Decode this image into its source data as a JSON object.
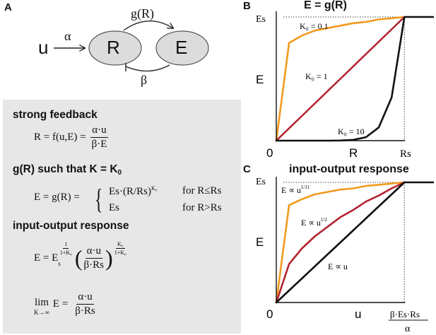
{
  "panel_a": {
    "letter": "A",
    "input": "u",
    "alpha": "α",
    "node_r": "R",
    "node_e": "E",
    "g_label": "g(R)",
    "beta": "β",
    "colors": {
      "node_fill": "#dcdcdc",
      "box_fill": "#e7e7e7"
    }
  },
  "box": {
    "strong_feedback": "strong feedback",
    "eq1_lhs": "R = f(u,E) =",
    "eq1_num": "α·u",
    "eq1_den": "β·E",
    "g_heading": "g(R) such that K = K",
    "g_heading_sub": "0",
    "eq2_lhs": "E = g(R) =",
    "eq2_case1_expr": "Es·(R/Rs)",
    "eq2_case1_exp": "K₀",
    "eq2_case1_cond": "for R≤Rs",
    "eq2_case2_expr": "Es",
    "eq2_case2_cond": "for R>Rs",
    "io_heading": "input-output response",
    "eq3_lhs": "E = E",
    "eq3_sub": "s",
    "eq3_exp_num": "1",
    "eq3_exp_den": "1+K₀",
    "eq3_num": "α·u",
    "eq3_den": "β·Rs",
    "eq3_out_exp_num": "K₀",
    "eq3_out_exp_den": "1+K₀",
    "eq4_lim": "lim",
    "eq4_lim_sub": "K→∞",
    "eq4_e": "E =",
    "eq4_num": "α·u",
    "eq4_den": "β·Rs"
  },
  "panel_b": {
    "letter": "B",
    "title": "E = g(R)"
  },
  "panel_c": {
    "letter": "C",
    "title": "input-output response"
  },
  "chart_data": [
    {
      "type": "line",
      "title": "E = g(R)",
      "xlabel": "R",
      "ylabel": "E",
      "x_ticks": [
        "0",
        "Rs"
      ],
      "y_ticks": [
        "Es"
      ],
      "x_range": [
        0,
        1.23
      ],
      "y_range": [
        0,
        1
      ],
      "x": [
        0,
        0.1,
        0.2,
        0.3,
        0.4,
        0.5,
        0.6,
        0.7,
        0.8,
        0.9,
        1.0
      ],
      "series": [
        {
          "name": "K₀ = 0.1",
          "color": "#f29a1e",
          "values": [
            0,
            0.79,
            0.85,
            0.89,
            0.91,
            0.93,
            0.95,
            0.96,
            0.98,
            0.99,
            1
          ]
        },
        {
          "name": "K₀ = 1",
          "color": "#b32430",
          "values": [
            0,
            0.1,
            0.2,
            0.3,
            0.4,
            0.5,
            0.6,
            0.7,
            0.8,
            0.9,
            1
          ]
        },
        {
          "name": "K₀ = 10",
          "color": "#111111",
          "values": [
            0,
            0,
            0,
            0,
            0,
            0.001,
            0.006,
            0.028,
            0.107,
            0.349,
            1
          ]
        }
      ],
      "saturation": {
        "x": [
          1.0,
          1.23
        ],
        "value": 1
      }
    },
    {
      "type": "line",
      "title": "input-output response",
      "xlabel": "u",
      "ylabel": "E",
      "x_ticks": [
        "0",
        "β·Es·Rs",
        "α"
      ],
      "y_ticks": [
        "Es"
      ],
      "x_range": [
        0,
        1.23
      ],
      "y_range": [
        0,
        1
      ],
      "x": [
        0,
        0.1,
        0.2,
        0.3,
        0.4,
        0.5,
        0.6,
        0.7,
        0.8,
        0.9,
        1.0
      ],
      "series": [
        {
          "name": "E ∝ u^(1/11)",
          "color": "#f29a1e",
          "values": [
            0,
            0.81,
            0.86,
            0.9,
            0.92,
            0.94,
            0.95,
            0.97,
            0.98,
            0.99,
            1
          ]
        },
        {
          "name": "E ∝ u^(1/2)",
          "color": "#b32430",
          "values": [
            0,
            0.32,
            0.45,
            0.55,
            0.63,
            0.71,
            0.77,
            0.84,
            0.89,
            0.95,
            1
          ]
        },
        {
          "name": "E ∝ u",
          "color": "#111111",
          "values": [
            0,
            0.1,
            0.2,
            0.3,
            0.4,
            0.5,
            0.6,
            0.7,
            0.8,
            0.9,
            1
          ]
        }
      ],
      "saturation": {
        "x": [
          1.0,
          1.23
        ],
        "value": 1
      },
      "annotations": [
        {
          "text": "E ∝ u",
          "sup": "1/11"
        },
        {
          "text": "E ∝ u",
          "sup": "1/2"
        },
        {
          "text": "E ∝ u",
          "sup": ""
        }
      ]
    }
  ]
}
